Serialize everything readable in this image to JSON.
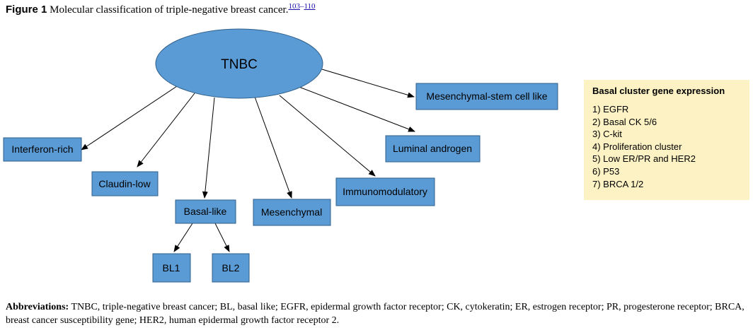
{
  "caption": {
    "figure_label": "Figure 1",
    "title": "Molecular classification of triple-negative breast cancer.",
    "ref_start": "103",
    "ref_dash": "–",
    "ref_end": "110"
  },
  "diagram": {
    "root": "TNBC",
    "nodes": {
      "mesenchymal_stem": "Mesenchymal-stem cell like",
      "interferon_rich": "Interferon-rich",
      "luminal_androgen": "Luminal androgen",
      "claudin_low": "Claudin-low",
      "immunomodulatory": "Immunomodulatory",
      "basal_like": "Basal-like",
      "mesenchymal": "Mesenchymal",
      "bl1": "BL1",
      "bl2": "BL2"
    },
    "colors": {
      "fill": "#5b9bd5",
      "stroke": "#2f5f8a",
      "legend_bg": "#fdf2c4"
    }
  },
  "legend": {
    "title": "Basal cluster gene expression",
    "items": [
      "1) EGFR",
      "2) Basal CK 5/6",
      "3) C-kit",
      "4) Proliferation cluster",
      "5) Low ER/PR and HER2",
      "6) P53",
      "7) BRCA 1/2"
    ]
  },
  "abbreviations": {
    "label": "Abbreviations:",
    "text": "TNBC, triple-negative breast cancer; BL, basal like; EGFR, epidermal growth factor receptor; CK, cytokeratin; ER, estrogen receptor; PR, progesterone receptor; BRCA, breast cancer susceptibility gene; HER2, human epidermal growth factor receptor 2."
  }
}
